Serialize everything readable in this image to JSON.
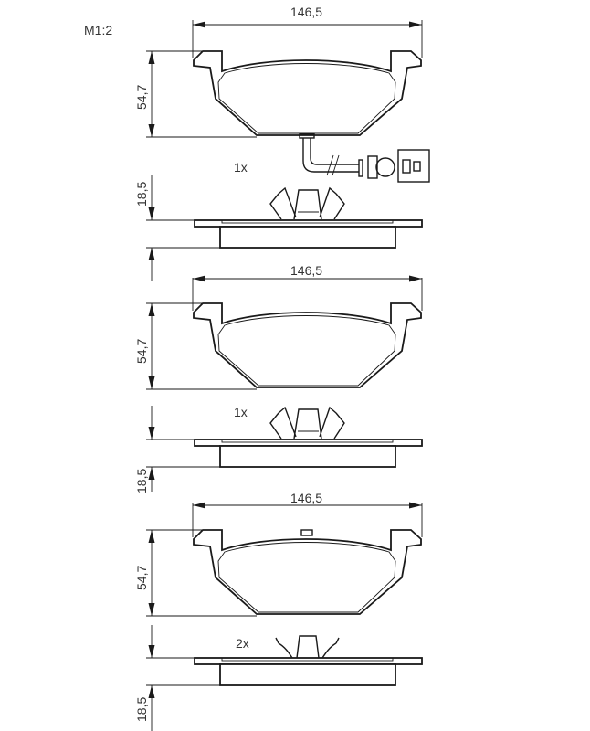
{
  "scale_label": "M1:2",
  "drawings": [
    {
      "width_label": "146,5",
      "height_label": "54,7",
      "thickness_label": "18,5",
      "quantity_label": "1x",
      "has_wear_sensor": true,
      "clip_type": "spring-clip"
    },
    {
      "width_label": "146,5",
      "height_label": "54,7",
      "thickness_label": "18,5",
      "quantity_label": "1x",
      "has_wear_sensor": false,
      "clip_type": "spring-clip"
    },
    {
      "width_label": "146,5",
      "height_label": "54,7",
      "thickness_label": "18,5",
      "quantity_label": "2x",
      "has_wear_sensor": false,
      "clip_type": "wire-clip"
    }
  ],
  "colors": {
    "line": "#1a1a1a",
    "text": "#333333",
    "background": "#ffffff"
  }
}
